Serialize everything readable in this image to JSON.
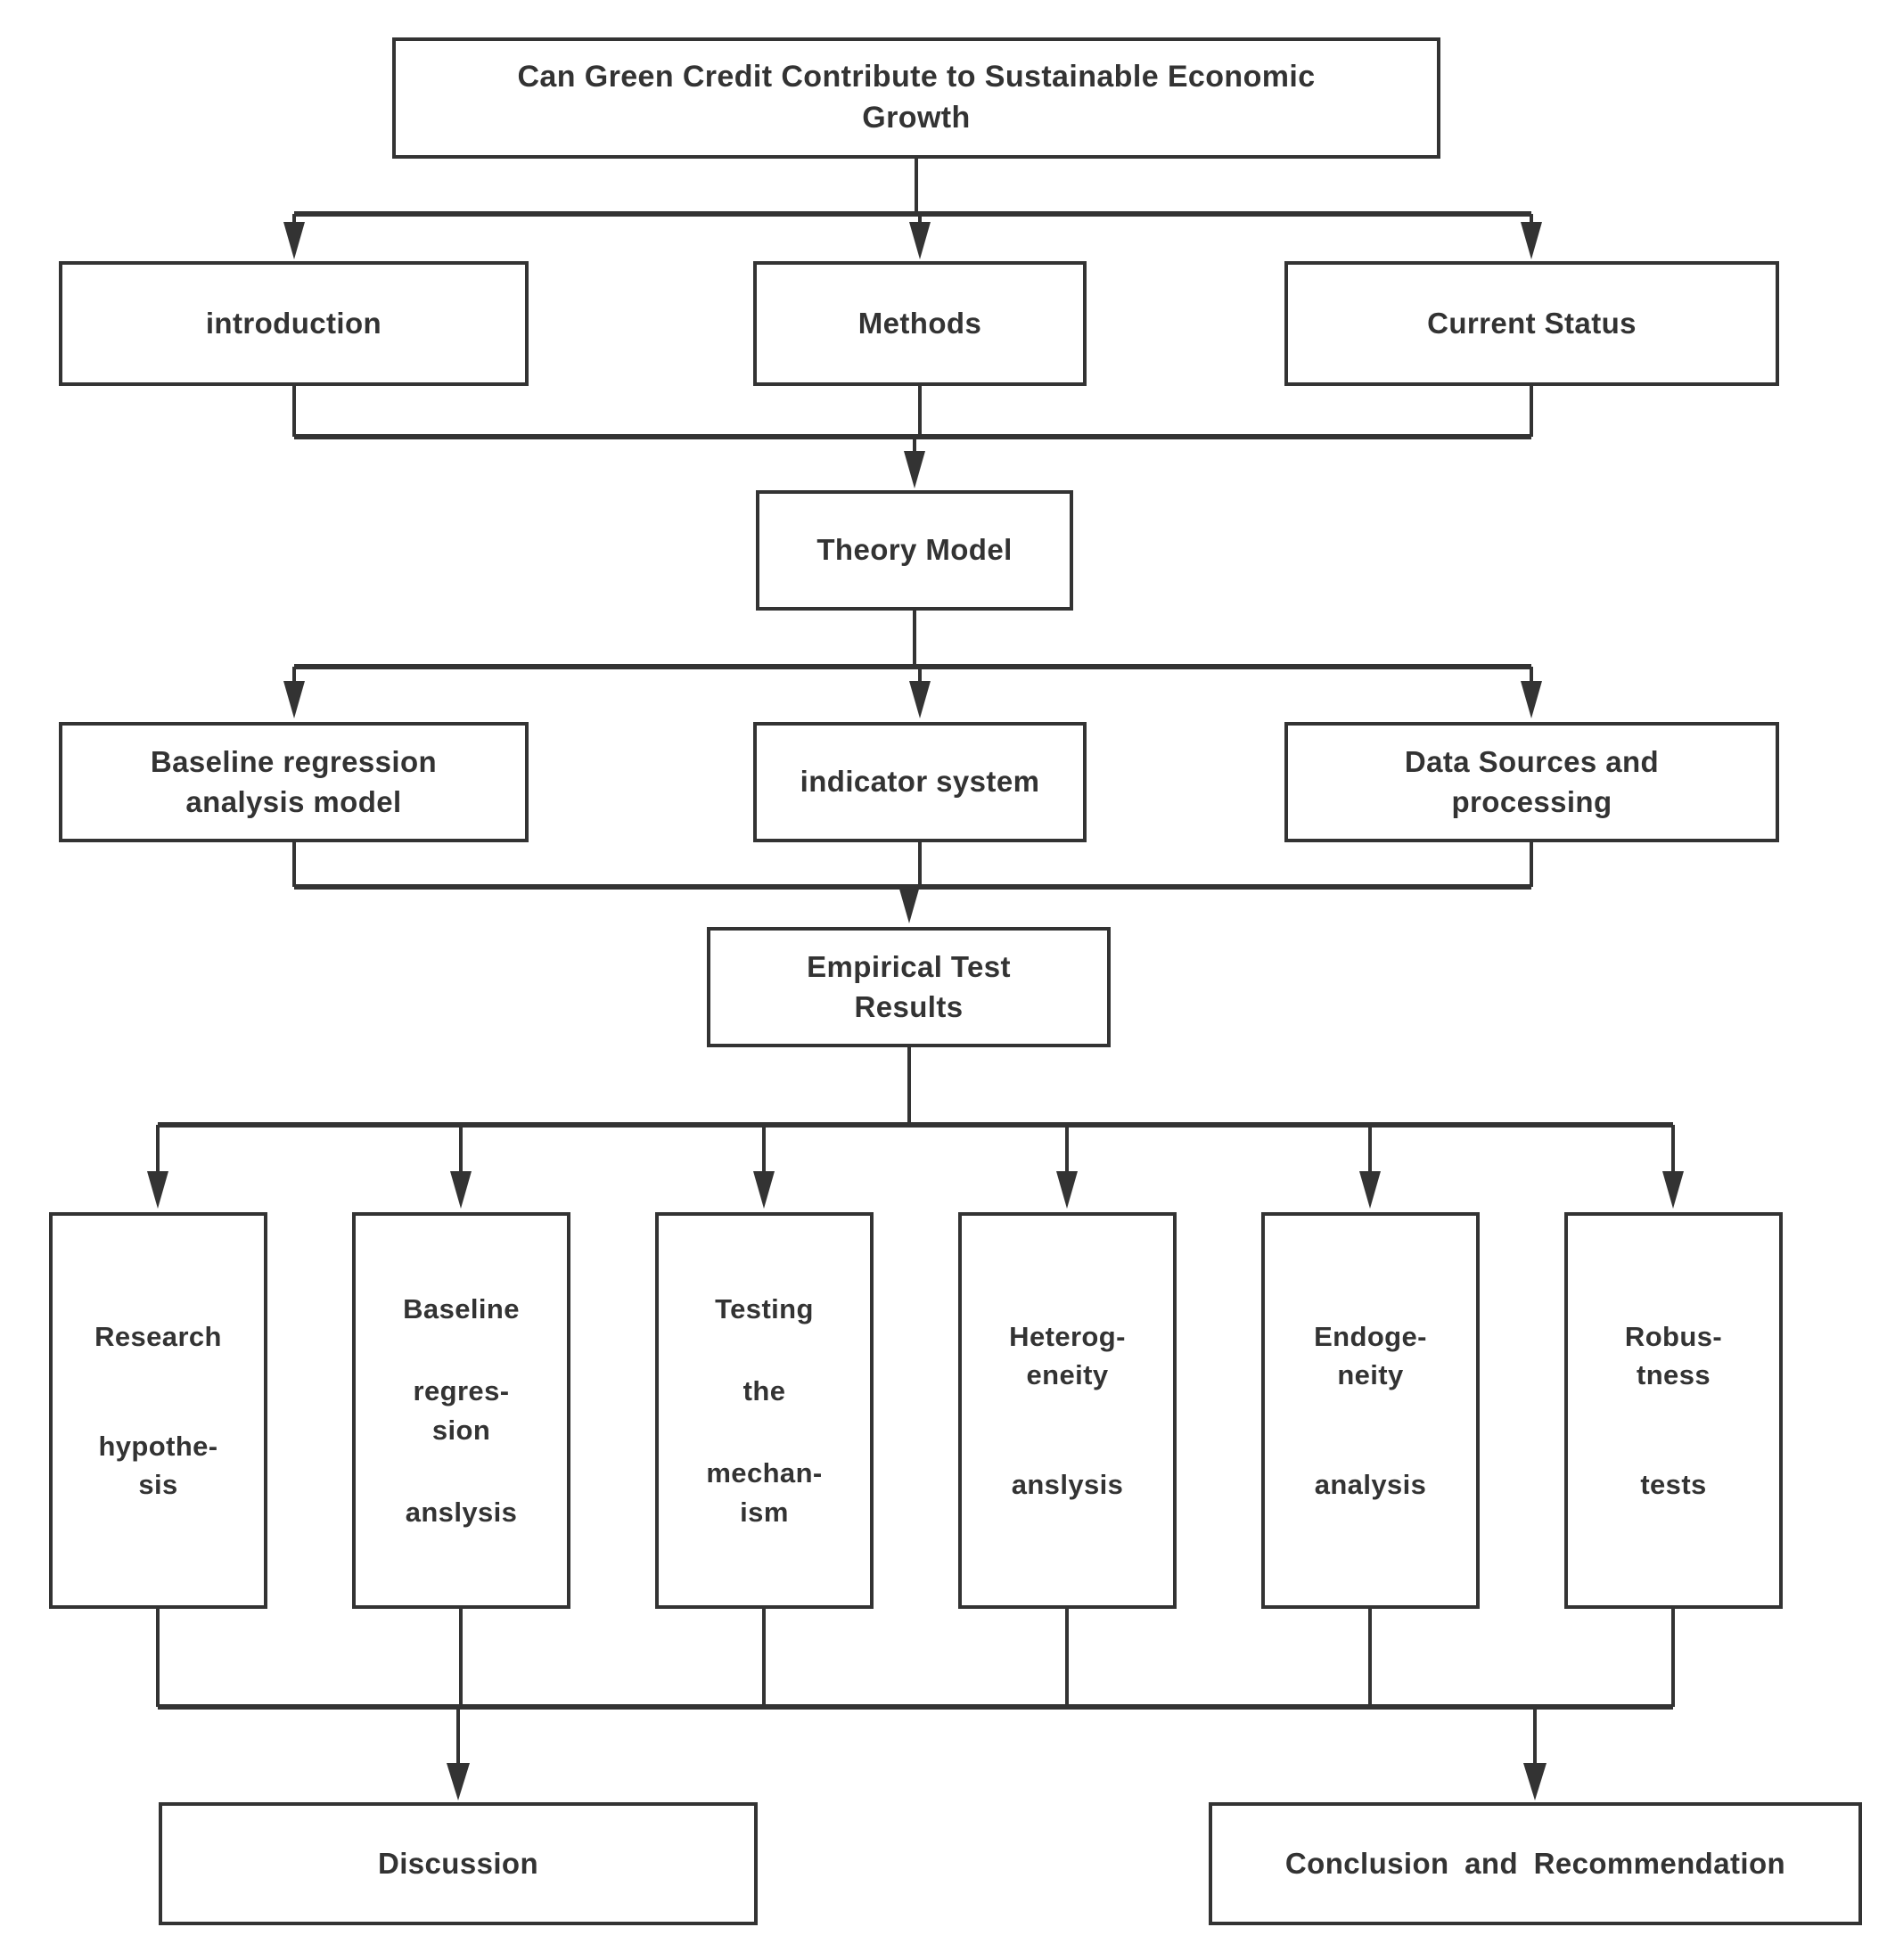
{
  "colors": {
    "line": "#333333",
    "text": "#333333",
    "background": "#ffffff"
  },
  "diagram": {
    "title": {
      "lines": [
        "Can Green Credit Contribute to Sustainable Economic",
        "Growth"
      ]
    },
    "row2": [
      {
        "lines": [
          "introduction"
        ]
      },
      {
        "lines": [
          "Methods"
        ]
      },
      {
        "lines": [
          "Current Status"
        ]
      }
    ],
    "theory": {
      "lines": [
        "Theory Model"
      ]
    },
    "row3": [
      {
        "lines": [
          "Baseline regression",
          "analysis model"
        ]
      },
      {
        "lines": [
          "indicator system"
        ]
      },
      {
        "lines": [
          "Data Sources and",
          "processing"
        ]
      }
    ],
    "empirical": {
      "lines": [
        "Empirical Test",
        "Results"
      ]
    },
    "row4": [
      {
        "segments": [
          [
            "Research"
          ],
          [
            "hypothe-",
            "sis"
          ]
        ]
      },
      {
        "segments": [
          [
            "Baseline"
          ],
          [
            "regres-",
            "sion"
          ],
          [
            "anslysis"
          ]
        ]
      },
      {
        "segments": [
          [
            "Testing"
          ],
          [
            "the"
          ],
          [
            "mechan-",
            "ism"
          ]
        ]
      },
      {
        "segments": [
          [
            "Heterog-",
            "eneity"
          ],
          [
            "anslysis"
          ]
        ]
      },
      {
        "segments": [
          [
            "Endoge-",
            "neity"
          ],
          [
            "analysis"
          ]
        ]
      },
      {
        "segments": [
          [
            "Robus-",
            "tness"
          ],
          [
            "tests"
          ]
        ]
      }
    ],
    "bottom": [
      {
        "lines": [
          "Discussion"
        ]
      },
      {
        "lines": [
          "Conclusion and Recommendation"
        ]
      }
    ]
  }
}
